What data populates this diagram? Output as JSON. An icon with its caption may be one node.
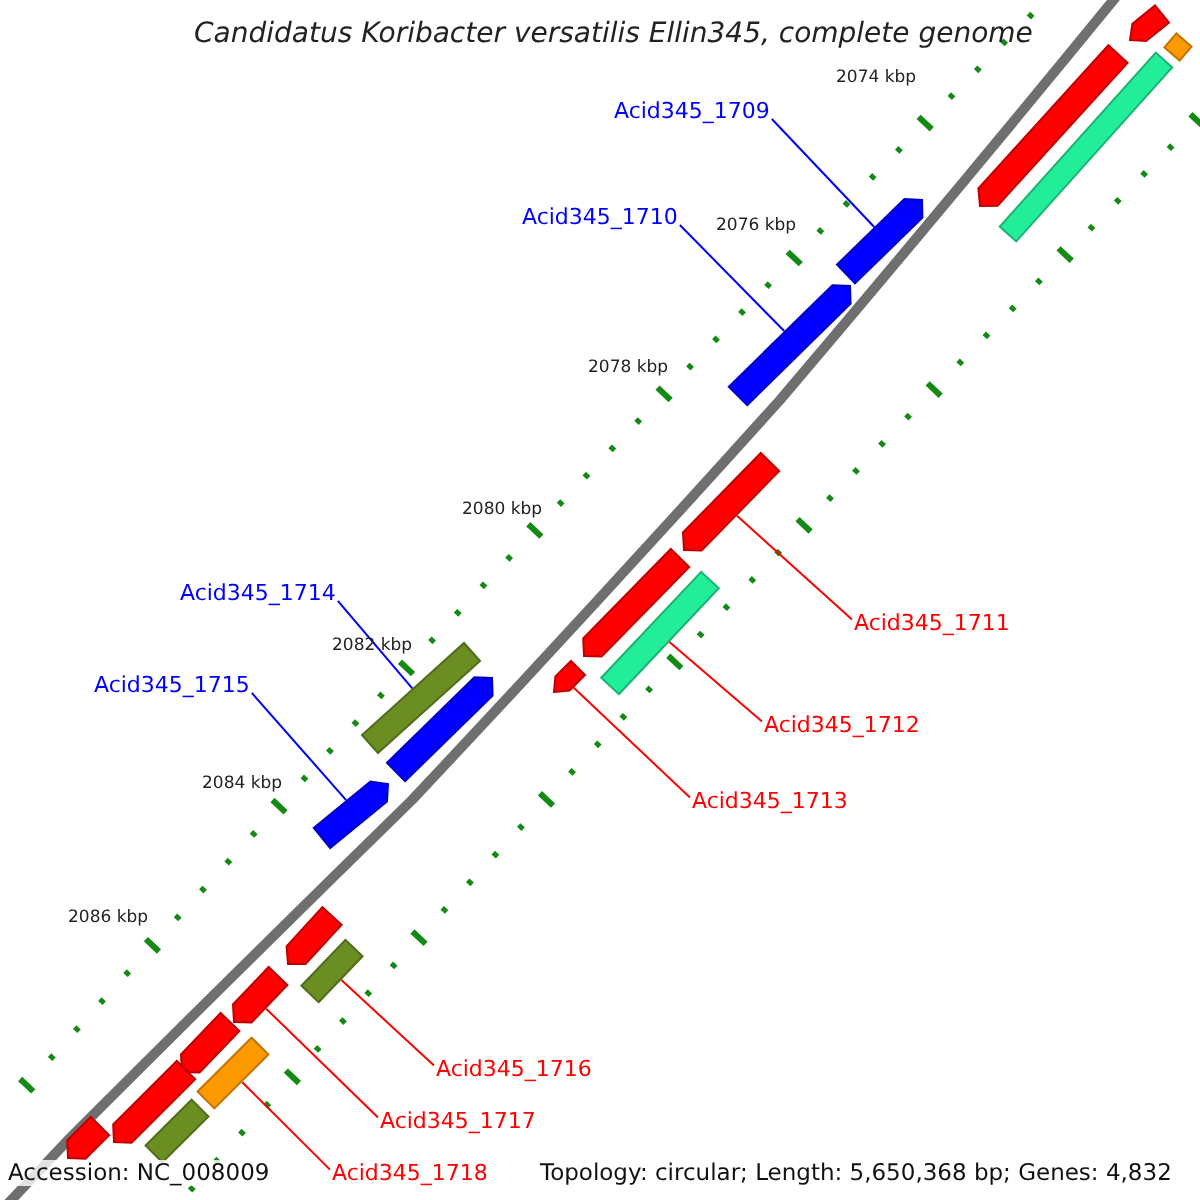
{
  "diagram": {
    "title": "Candidatus Koribacter versatilis Ellin345, complete genome",
    "nodes": [
      {
        "text": [
          "Acid345_1709"
        ]
      },
      {
        "text": [
          "Acid345_1710"
        ]
      },
      {
        "text": [
          "Acid345_1714"
        ]
      },
      {
        "text": [
          "Acid345_1711"
        ]
      },
      {
        "text": [
          "Acid345_1715"
        ]
      },
      {
        "text": [
          "Acid345_1712"
        ]
      },
      {
        "text": [
          "Acid345_1713"
        ]
      },
      {
        "text": [
          "Acid345_1716"
        ]
      },
      {
        "text": [
          "Acid345_1717"
        ]
      },
      {
        "text": [
          "Acid345_1718"
        ]
      },
      {
        "text": [],
        "shape": "arrow"
      },
      {
        "text": [],
        "shape": "bar"
      },
      {
        "text": [],
        "shape": "arrow"
      },
      {
        "text": [],
        "shape": "bar"
      },
      {
        "text": [],
        "shape": "arrow"
      },
      {
        "text": [],
        "shape": "arrow"
      },
      {
        "text": [],
        "shape": "arrow"
      },
      {
        "text": [],
        "shape": "arrow"
      },
      {
        "text": [],
        "shape": "bar"
      },
      {
        "text": [],
        "shape": "bar"
      },
      {
        "text": [],
        "shape": "arrow"
      },
      {
        "text": [],
        "shape": "arrow"
      },
      {
        "text": [],
        "shape": "arrow"
      },
      {
        "text": [],
        "shape": "arrow"
      },
      {
        "text": [],
        "shape": "bar"
      },
      {
        "text": [],
        "shape": "arrow"
      },
      {
        "text": [],
        "shape": "arrow"
      },
      {
        "text": [],
        "shape": "bar"
      },
      {
        "text": [],
        "shape": "arrow"
      },
      {
        "text": [],
        "shape": "bar"
      },
      {
        "text": [],
        "shape": "arrow"
      }
    ],
    "edges": [
      {
        "from": 0,
        "to": 14,
        "arrow": "none",
        "color": "#0000ff"
      },
      {
        "from": 1,
        "to": 15,
        "arrow": "none",
        "color": "#0000ff"
      },
      {
        "from": 2,
        "to": 19,
        "arrow": "none",
        "color": "#0000ff"
      },
      {
        "from": 3,
        "to": 16,
        "arrow": "none"
      },
      {
        "from": 4,
        "to": 22,
        "arrow": "none",
        "color": "#0000ff"
      },
      {
        "from": 5,
        "to": 18,
        "arrow": "none"
      },
      {
        "from": 6,
        "to": 20,
        "arrow": "none"
      },
      {
        "from": 7,
        "to": 24,
        "arrow": "none"
      },
      {
        "from": 8,
        "to": 25,
        "arrow": "none"
      },
      {
        "from": 9,
        "to": 27,
        "arrow": "none"
      }
    ],
    "labels": [
      "2074 kbp",
      "2076 kbp",
      "2078 kbp",
      "2080 kbp",
      "2082 kbp",
      "2084 kbp",
      "2086 kbp",
      "Accession: NC_008009",
      "Topology: circular; Length: 5,650,368 bp; Genes: 4,832"
    ]
  }
}
